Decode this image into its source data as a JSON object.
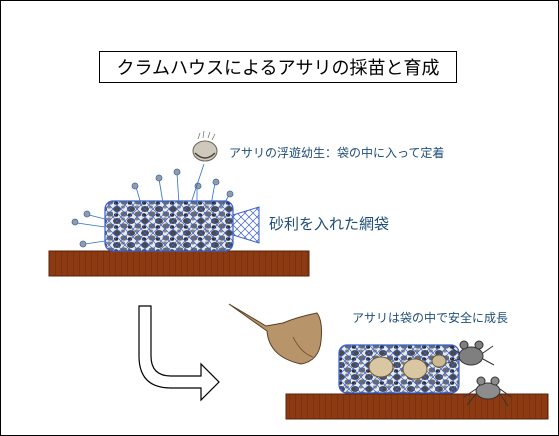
{
  "diagram": {
    "title": "クラムハウスによるアサリの採苗と育成",
    "labels": {
      "larva": "アサリの浮遊幼生：袋の中に入って定着",
      "bag": "砂利を入れた網袋",
      "safe": "アサリは袋の中で安全に成長"
    },
    "colors": {
      "ground": "#8b3a12",
      "ground_stripe": "#6e2b0c",
      "net": "#3a5fc8",
      "label_text": "#1f4e79",
      "arrow": "#2f6fc7"
    }
  }
}
